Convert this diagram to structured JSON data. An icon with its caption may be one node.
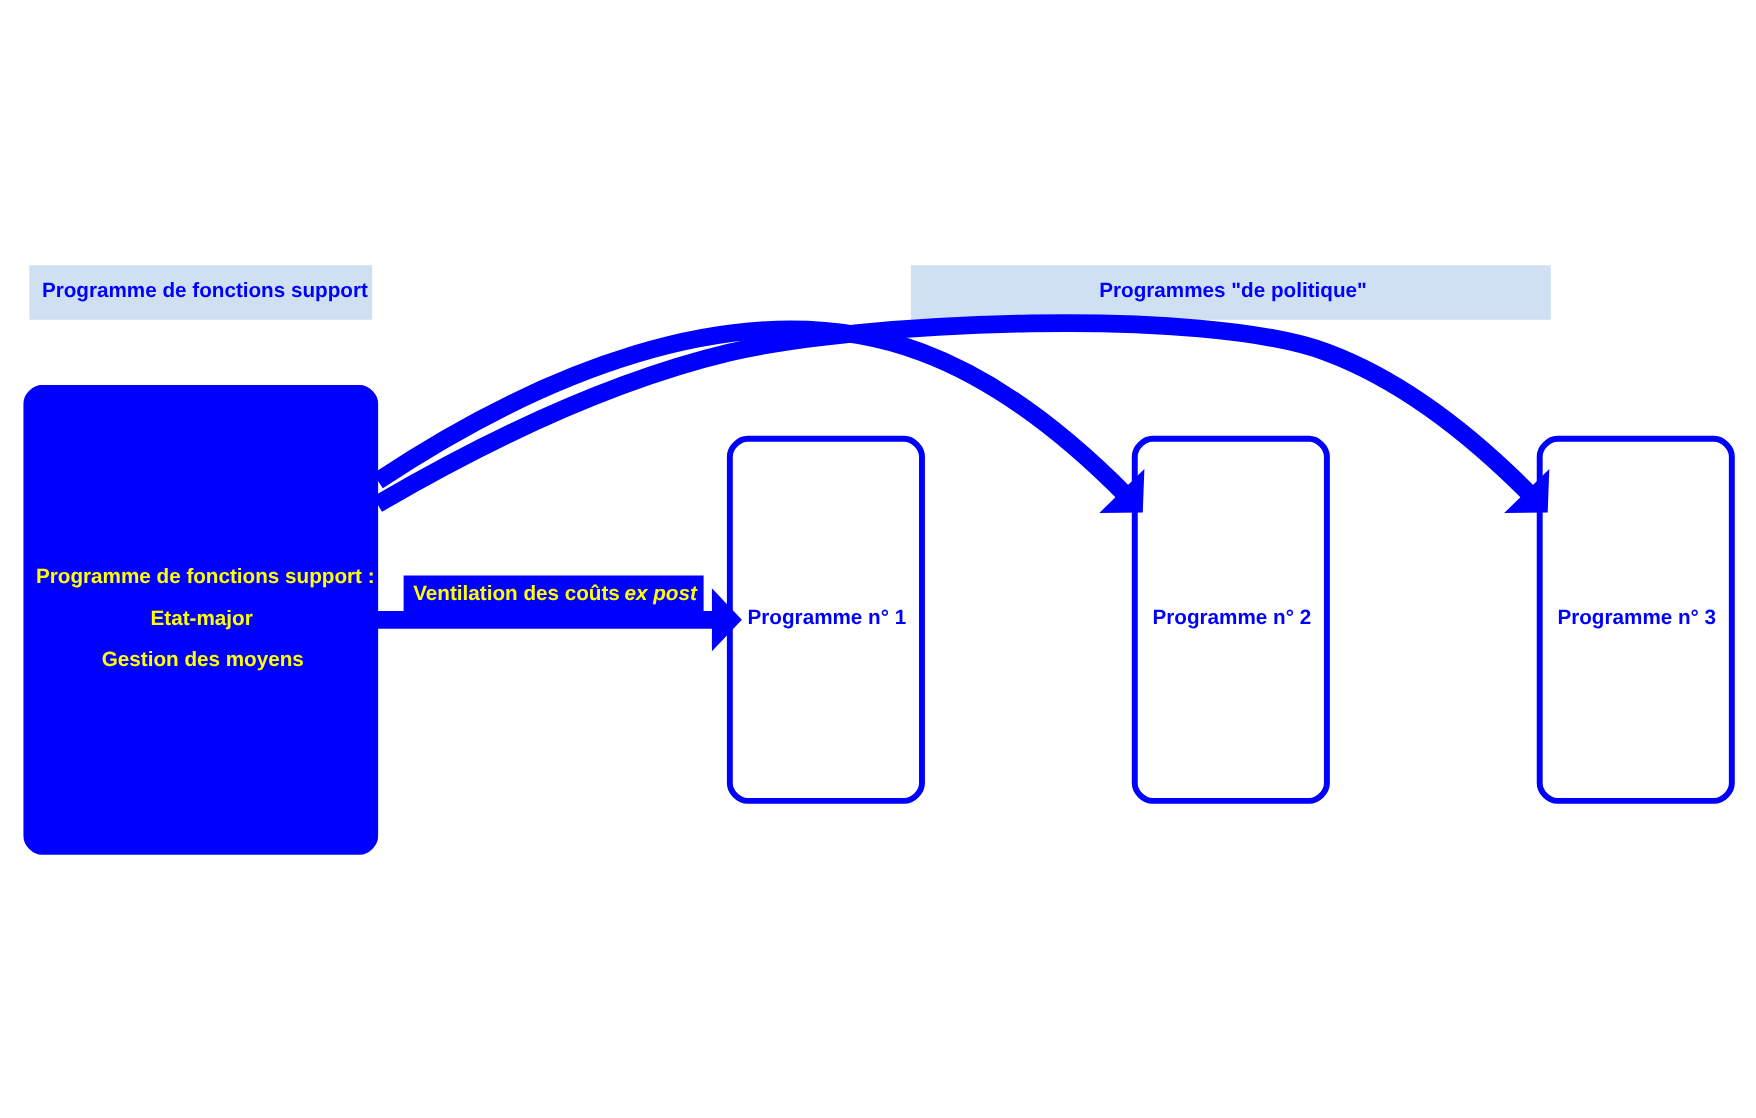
{
  "diagram": {
    "nodes": [
      {
        "text": [
          "Programme de fonctions support"
        ]
      },
      {
        "text": [
          "Programmes \"de politique\""
        ]
      },
      {
        "text": [
          "Programme de fonctions support :",
          "Etat-major",
          "Gestion des moyens"
        ]
      },
      {
        "text": [
          "Programme n° 1"
        ]
      },
      {
        "text": [
          "Programme n° 2"
        ]
      },
      {
        "text": [
          "Programme n° 3"
        ]
      }
    ],
    "edges": [
      {
        "from": 2,
        "to": 3,
        "arrow": "to",
        "label": "Ventilation des coûts *ex post*"
      },
      {
        "from": 2,
        "to": 4,
        "arrow": "to"
      },
      {
        "from": 2,
        "to": 5,
        "arrow": "to"
      }
    ]
  }
}
